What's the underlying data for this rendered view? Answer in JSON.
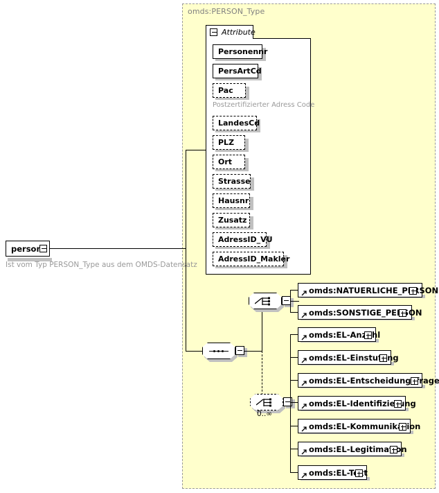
{
  "diagram": {
    "type": "xsd-schema",
    "type_container_title": "omds:PERSON_Type",
    "root": {
      "name": "person",
      "toggle": "minus-box",
      "annotation": "Ist vom Typ PERSON_Type aus dem OMDS-Datensatz"
    },
    "attribute_group": {
      "tab_label": "Attribute",
      "tab_toggle": "minus-box",
      "attributes": [
        {
          "name": "Personennr",
          "required": true,
          "annotation": ""
        },
        {
          "name": "PersArtCd",
          "required": true,
          "annotation": ""
        },
        {
          "name": "Pac",
          "required": false,
          "annotation": "Postzertifizierter Adress Code"
        },
        {
          "name": "LandesCd",
          "required": false,
          "annotation": ""
        },
        {
          "name": "PLZ",
          "required": false,
          "annotation": ""
        },
        {
          "name": "Ort",
          "required": false,
          "annotation": ""
        },
        {
          "name": "Strasse",
          "required": false,
          "annotation": ""
        },
        {
          "name": "Hausnr",
          "required": false,
          "annotation": ""
        },
        {
          "name": "Zusatz",
          "required": false,
          "annotation": ""
        },
        {
          "name": "AdressID_VU",
          "required": false,
          "annotation": ""
        },
        {
          "name": "AdressID_Makler",
          "required": false,
          "annotation": ""
        }
      ]
    },
    "sequence": {
      "compositor": "sequence",
      "required": true,
      "cardinality": ""
    },
    "choice_person": {
      "compositor": "choice",
      "required": true,
      "cardinality": "",
      "toggle": "minus-box",
      "elements": [
        {
          "name": "omds:NATUERLICHE_PERSON",
          "toggle": "plus-box"
        },
        {
          "name": "omds:SONSTIGE_PERSON",
          "toggle": "plus-box"
        }
      ]
    },
    "choice_el": {
      "compositor": "choice",
      "required": false,
      "cardinality": "0..∞",
      "toggle": "minus-box",
      "elements": [
        {
          "name": "omds:EL-Anzahl",
          "toggle": "plus-box"
        },
        {
          "name": "omds:EL-Einstufung",
          "toggle": "plus-box"
        },
        {
          "name": "omds:EL-Entscheidungsfrage",
          "toggle": "plus-box"
        },
        {
          "name": "omds:EL-Identifizierung",
          "toggle": "plus-box"
        },
        {
          "name": "omds:EL-Kommunikation",
          "toggle": "plus-box"
        },
        {
          "name": "omds:EL-Legitimation",
          "toggle": "plus-box"
        },
        {
          "name": "omds:EL-Text",
          "toggle": "plus-box"
        }
      ]
    },
    "colors": {
      "type_background": "#ffffcc",
      "type_border": "#999999",
      "node_background": "#ffffff",
      "node_border": "#000000",
      "shadow": "#c0c0c0",
      "annotation_text": "#999999",
      "title_text": "#808080"
    }
  }
}
